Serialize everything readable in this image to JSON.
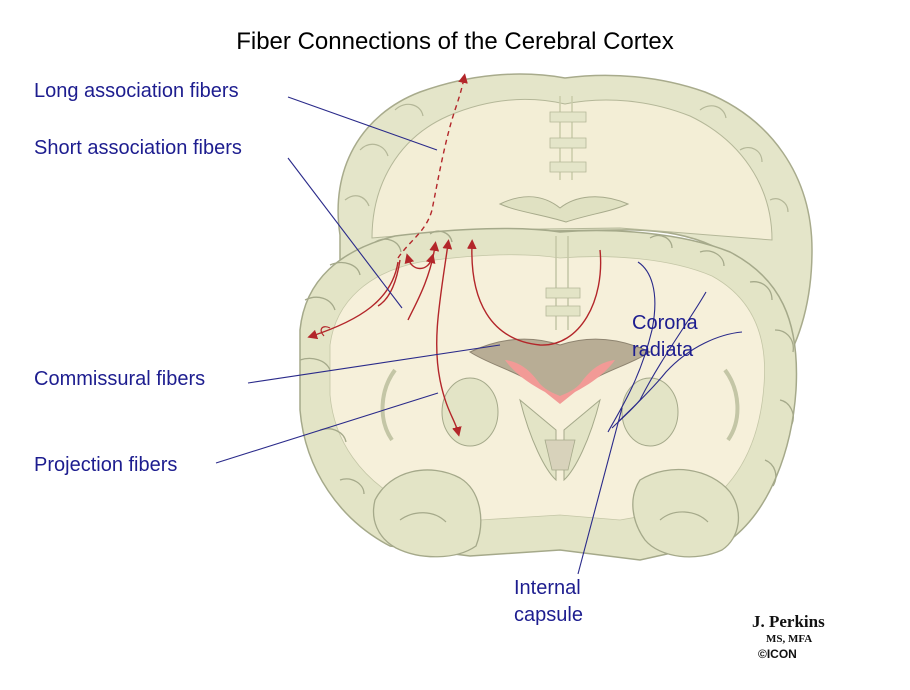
{
  "title": "Fiber Connections of the Cerebral Cortex",
  "labels": {
    "long_association": "Long association fibers",
    "short_association": "Short association fibers",
    "commissural": "Commissural fibers",
    "projection": "Projection fibers",
    "corona_radiata_1": "Corona",
    "corona_radiata_2": "radiata",
    "internal_capsule_1": "Internal",
    "internal_capsule_2": "capsule"
  },
  "credit": {
    "name": "J. Perkins",
    "degrees": "MS, MFA",
    "publisher": "©ICON"
  },
  "colors": {
    "label_text": "#1d1d8f",
    "leader_line": "#2a2a8a",
    "fiber": "#b3262a",
    "brain_fill": "#f6f0da",
    "cortex_fill": "#e3e4c6",
    "cortex_stroke": "#a5a98a",
    "ventricle": "#f29a96"
  },
  "icons": [
    "fiber-arrow-icon"
  ]
}
